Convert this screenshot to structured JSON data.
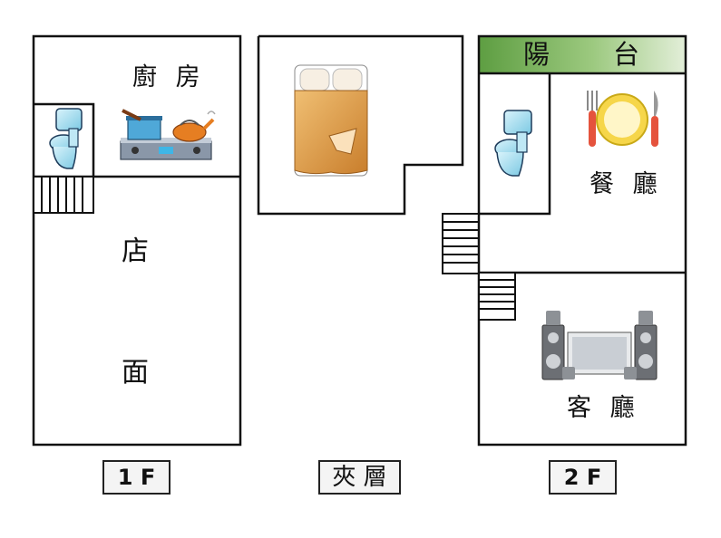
{
  "floor_1": {
    "kitchen_label": "廚 房",
    "shop_label_top": "店",
    "shop_label_bottom": "面",
    "tag": "1 F"
  },
  "mezzanine": {
    "tag": "夾 層"
  },
  "floor_2": {
    "balcony_left": "陽",
    "balcony_right": "台",
    "dining_label": "餐 廳",
    "living_label": "客 廳",
    "tag": "2 F"
  },
  "colors": {
    "wall": "#111111",
    "balcony_green_dark": "#6aa84f",
    "balcony_green_light": "#dcebd0",
    "toilet_blue": "#9fdcef",
    "plate_yellow": "#f6d64a"
  },
  "icons": [
    "toilet-icon",
    "stove-icon",
    "bed-icon",
    "tableware-icon",
    "speaker-system-icon",
    "stairs-icon"
  ]
}
